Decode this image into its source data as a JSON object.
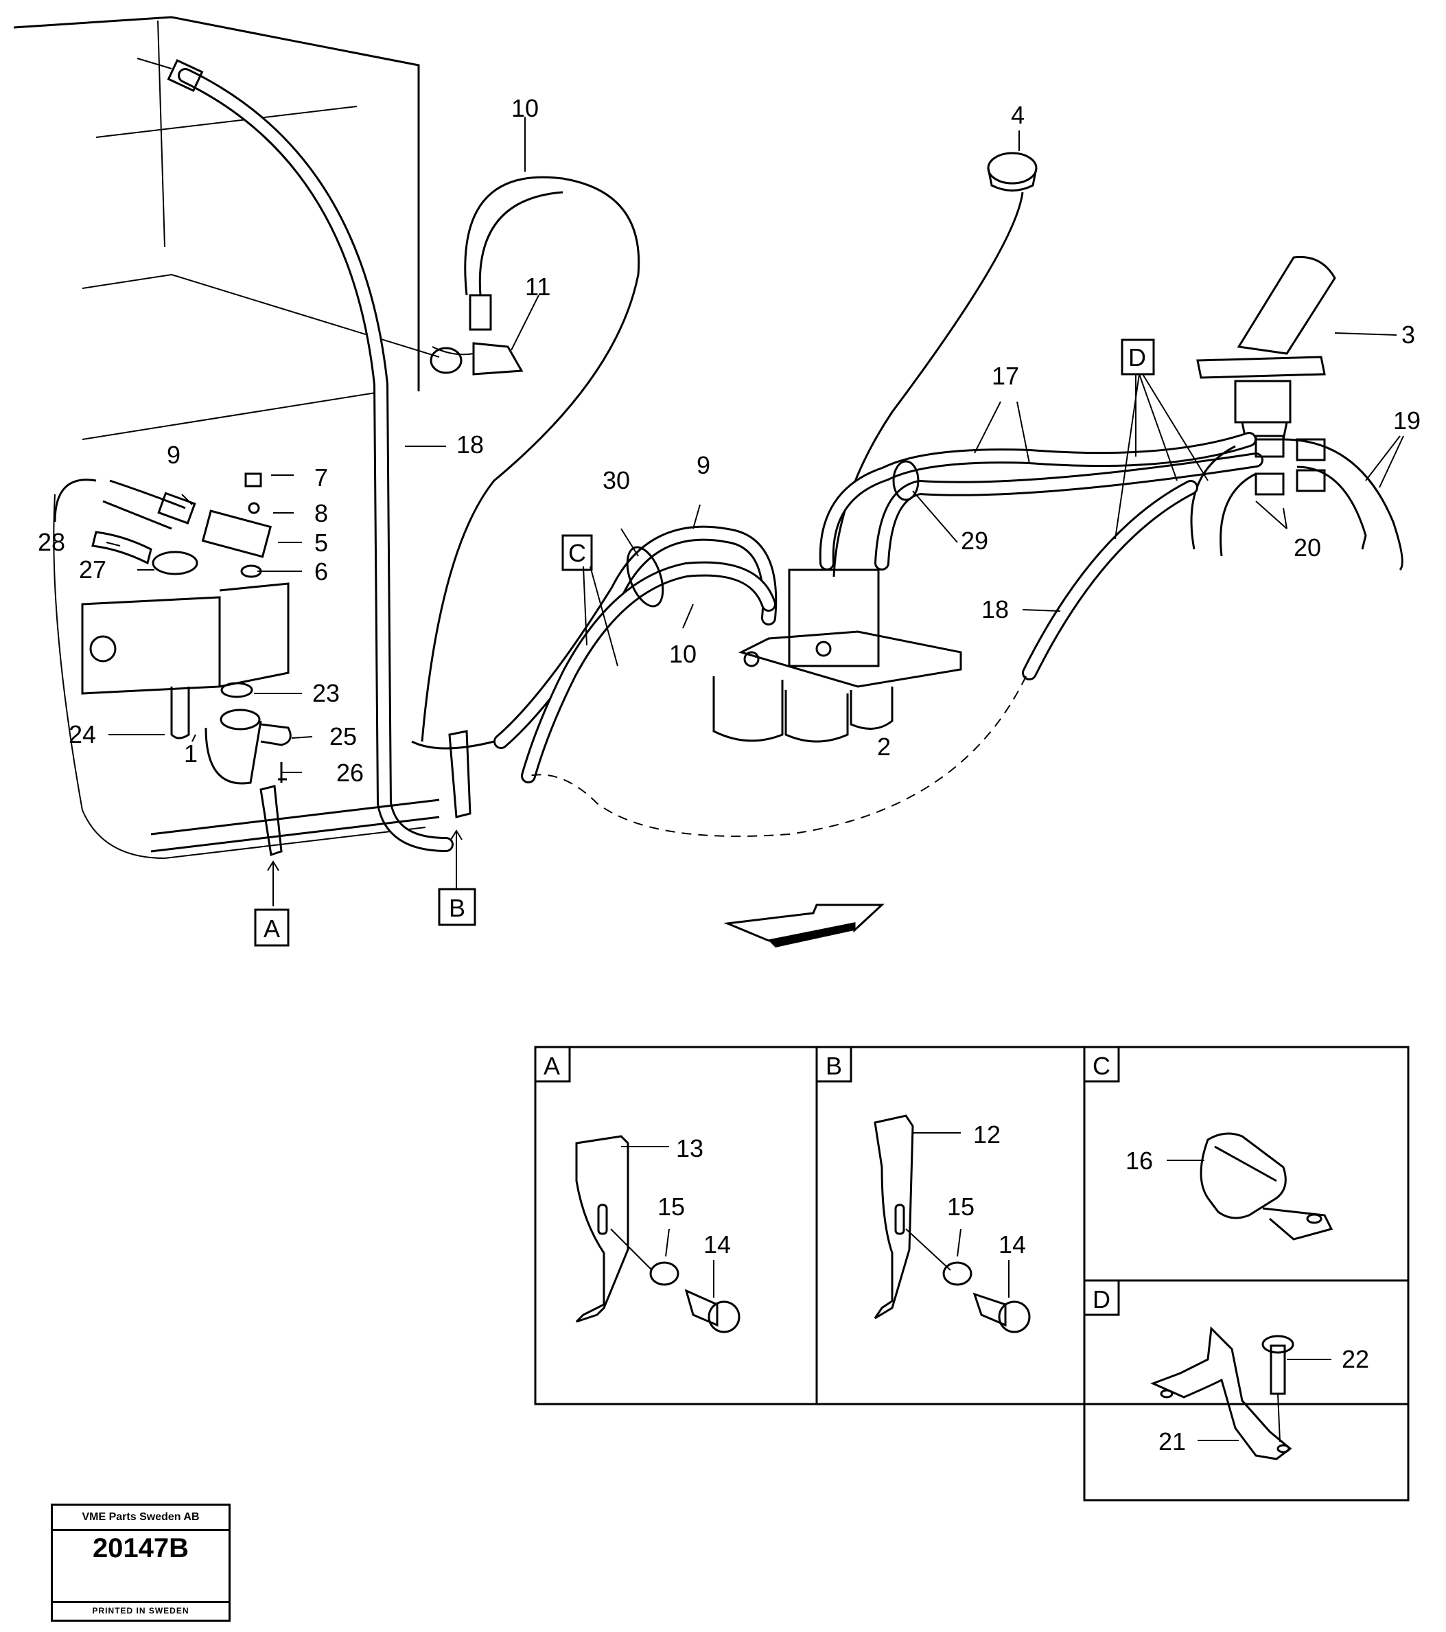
{
  "main_callouts": [
    {
      "id": "callout-1",
      "text": "1"
    },
    {
      "id": "callout-2",
      "text": "2"
    },
    {
      "id": "callout-3",
      "text": "3"
    },
    {
      "id": "callout-4",
      "text": "4"
    },
    {
      "id": "callout-5",
      "text": "5"
    },
    {
      "id": "callout-6",
      "text": "6"
    },
    {
      "id": "callout-7",
      "text": "7"
    },
    {
      "id": "callout-8",
      "text": "8"
    },
    {
      "id": "callout-9a",
      "text": "9"
    },
    {
      "id": "callout-9b",
      "text": "9"
    },
    {
      "id": "callout-10a",
      "text": "10"
    },
    {
      "id": "callout-10b",
      "text": "10"
    },
    {
      "id": "callout-11",
      "text": "11"
    },
    {
      "id": "callout-17",
      "text": "17"
    },
    {
      "id": "callout-18a",
      "text": "18"
    },
    {
      "id": "callout-18b",
      "text": "18"
    },
    {
      "id": "callout-19",
      "text": "19"
    },
    {
      "id": "callout-20",
      "text": "20"
    },
    {
      "id": "callout-23",
      "text": "23"
    },
    {
      "id": "callout-24",
      "text": "24"
    },
    {
      "id": "callout-25",
      "text": "25"
    },
    {
      "id": "callout-26",
      "text": "26"
    },
    {
      "id": "callout-27",
      "text": "27"
    },
    {
      "id": "callout-28",
      "text": "28"
    },
    {
      "id": "callout-29",
      "text": "29"
    },
    {
      "id": "callout-30",
      "text": "30"
    }
  ],
  "section_refs": {
    "a": "A",
    "b": "B",
    "c": "C",
    "d": "D"
  },
  "detail_panels": {
    "a": {
      "tag": "A",
      "parts": [
        "13",
        "15",
        "14"
      ]
    },
    "b": {
      "tag": "B",
      "parts": [
        "12",
        "15",
        "14"
      ]
    },
    "c": {
      "tag": "C",
      "parts": [
        "16"
      ]
    },
    "d": {
      "tag": "D",
      "parts": [
        "22",
        "21"
      ]
    }
  },
  "footer": {
    "company": "VME Parts Sweden AB",
    "drawing_number": "20147B",
    "printed": "PRINTED IN SWEDEN"
  }
}
